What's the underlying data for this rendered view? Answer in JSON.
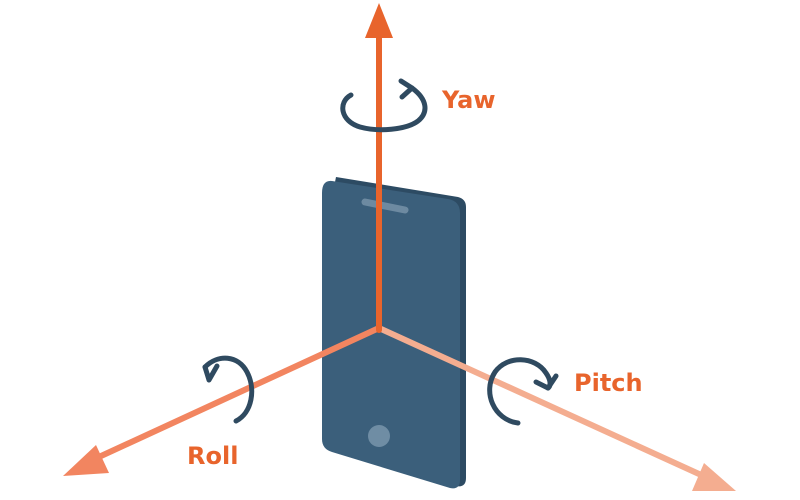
{
  "labels": {
    "yaw": "Yaw",
    "pitch": "Pitch",
    "roll": "Roll"
  },
  "colors": {
    "yaw_axis": "#e8642c",
    "roll_axis": "#f28560",
    "pitch_axis": "#f4ad90",
    "rotation_arrows": "#2f4a60",
    "phone_body": "#3b5f7b",
    "phone_side": "#2d4b63",
    "phone_speaker": "#6d8aa1",
    "phone_button": "#6f8da4"
  },
  "icons": {
    "phone": "smartphone-icon",
    "rotation": "curved-rotation-arrow-icon"
  }
}
